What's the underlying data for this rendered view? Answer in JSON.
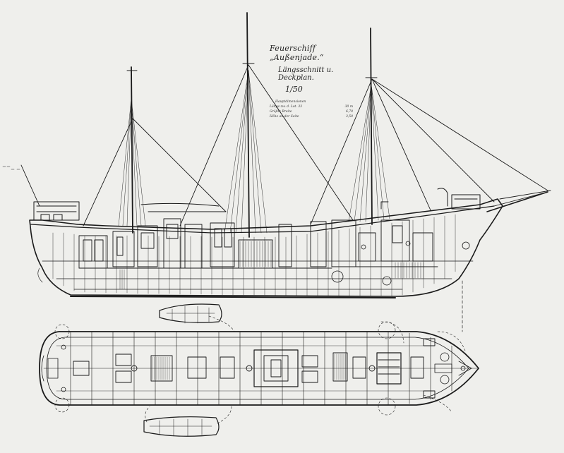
{
  "title_block": {
    "ship_name": "Feuerschiff „Außenjade.“",
    "subtitle": "Längsschnitt u. Deckplan.",
    "scale": "1/50",
    "dimensions_heading": "Hauptdimensionen",
    "dimensions": [
      {
        "label": "Länge zw. d. Lot. 33",
        "value": "30 m"
      },
      {
        "label": "Größte Breite",
        "value": "6,70"
      },
      {
        "label": "Höhe an der Seite",
        "value": "3,50"
      }
    ]
  },
  "colors": {
    "paper": "#efefec",
    "ink": "#1a1a1a"
  }
}
